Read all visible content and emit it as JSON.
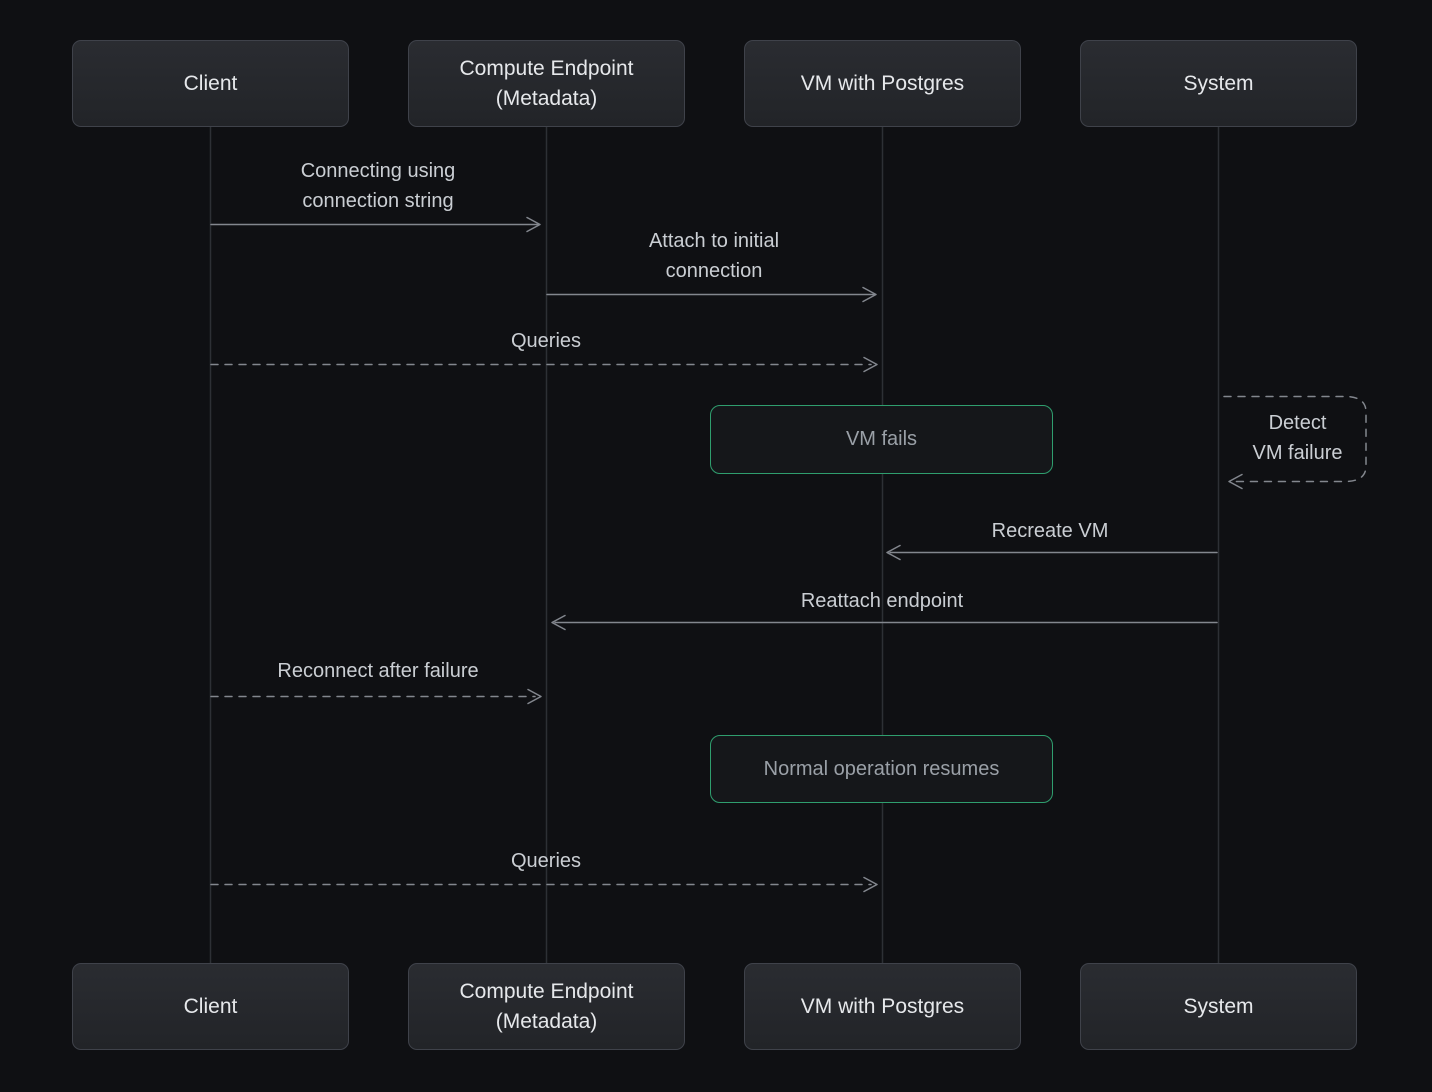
{
  "diagram": {
    "type": "sequence-diagram",
    "participants": [
      {
        "id": "client",
        "label": "Client"
      },
      {
        "id": "compute-endpoint",
        "label": "Compute Endpoint\n(Metadata)"
      },
      {
        "id": "vm-postgres",
        "label": "VM with Postgres"
      },
      {
        "id": "system",
        "label": "System"
      }
    ],
    "messages": [
      {
        "from": "client",
        "to": "compute-endpoint",
        "style": "solid",
        "text": "Connecting using\nconnection string"
      },
      {
        "from": "compute-endpoint",
        "to": "vm-postgres",
        "style": "solid",
        "text": "Attach to initial\nconnection"
      },
      {
        "from": "client",
        "to": "vm-postgres",
        "style": "dashed",
        "text": "Queries"
      },
      {
        "kind": "note",
        "over": "vm-postgres",
        "text": "VM fails"
      },
      {
        "kind": "self",
        "on": "system",
        "style": "dashed",
        "text": "Detect\nVM failure"
      },
      {
        "from": "system",
        "to": "vm-postgres",
        "style": "solid",
        "text": "Recreate VM"
      },
      {
        "from": "system",
        "to": "compute-endpoint",
        "style": "solid",
        "text": "Reattach endpoint"
      },
      {
        "from": "client",
        "to": "compute-endpoint",
        "style": "dashed",
        "text": "Reconnect after failure"
      },
      {
        "kind": "note",
        "over": "vm-postgres",
        "text": "Normal operation resumes"
      },
      {
        "from": "client",
        "to": "vm-postgres",
        "style": "dashed",
        "text": "Queries"
      }
    ],
    "colors": {
      "background": "#0f1013",
      "participant_fill_top": "#2a2c31",
      "participant_fill_bottom": "#222428",
      "participant_border": "#3f424a",
      "participant_text": "#e6e8eb",
      "lifeline": "#2d3035",
      "arrow": "#83878e",
      "message_text": "#caced3",
      "note_border": "#2f9e6e",
      "note_fill": "#15171a",
      "note_text": "#9aa0a7"
    }
  }
}
